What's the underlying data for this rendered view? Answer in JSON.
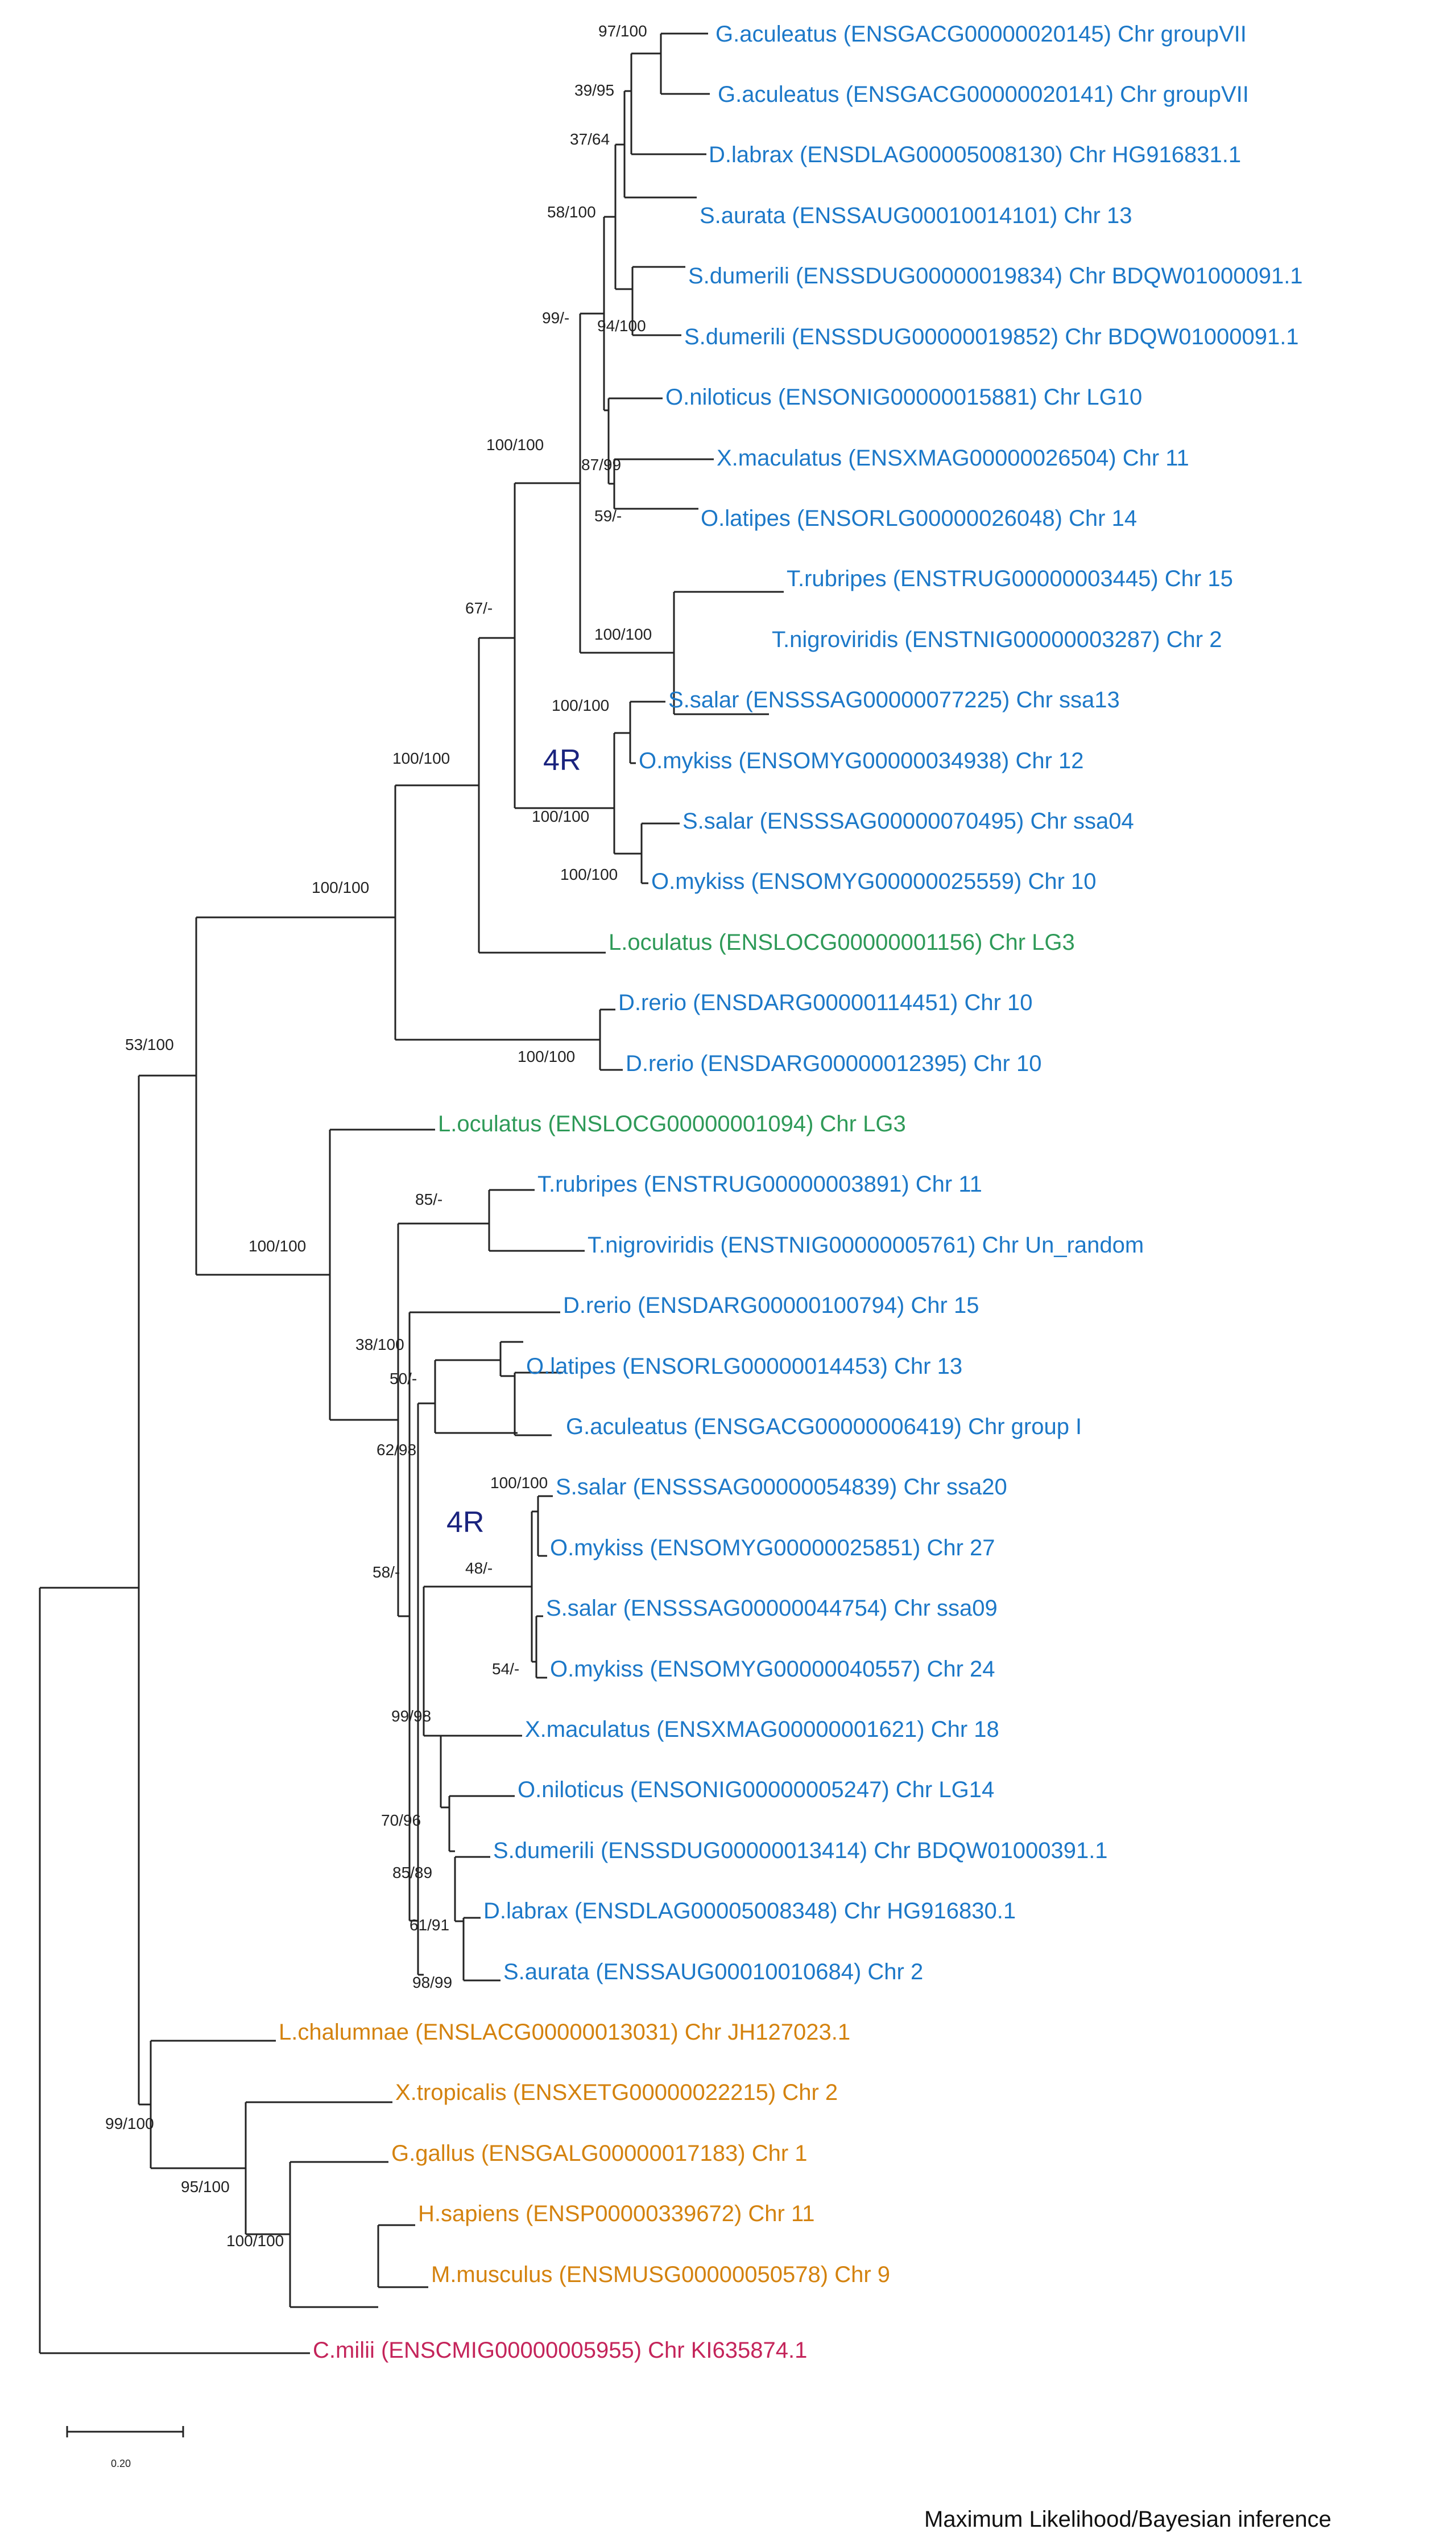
{
  "colors": {
    "teleost": "#1c78c8",
    "holostean": "#2e9a58",
    "tetrapod": "#d4820e",
    "outgroup": "#c4245a",
    "branch": "#222222"
  },
  "taxa": [
    {
      "label": "G.aculeatus (ENSGACG00000020145) Chr groupVII",
      "group": "teleost"
    },
    {
      "label": "G.aculeatus (ENSGACG00000020141) Chr groupVII",
      "group": "teleost"
    },
    {
      "label": "D.labrax (ENSDLAG00005008130) Chr HG916831.1",
      "group": "teleost"
    },
    {
      "label": "S.aurata (ENSSAUG00010014101) Chr 13",
      "group": "teleost"
    },
    {
      "label": "S.dumerili (ENSSDUG00000019834) Chr BDQW01000091.1",
      "group": "teleost"
    },
    {
      "label": "S.dumerili (ENSSDUG00000019852) Chr BDQW01000091.1",
      "group": "teleost"
    },
    {
      "label": "O.niloticus (ENSONIG00000015881) Chr LG10",
      "group": "teleost"
    },
    {
      "label": "X.maculatus (ENSXMAG00000026504) Chr 11",
      "group": "teleost"
    },
    {
      "label": "O.latipes (ENSORLG00000026048) Chr 14",
      "group": "teleost"
    },
    {
      "label": "T.rubripes (ENSTRUG00000003445) Chr 15",
      "group": "teleost"
    },
    {
      "label": "T.nigroviridis (ENSTNIG00000003287) Chr 2",
      "group": "teleost"
    },
    {
      "label": "S.salar (ENSSSAG00000077225) Chr ssa13",
      "group": "teleost"
    },
    {
      "label": "O.mykiss (ENSOMYG00000034938) Chr 12",
      "group": "teleost"
    },
    {
      "label": "S.salar (ENSSSAG00000070495) Chr ssa04",
      "group": "teleost"
    },
    {
      "label": "O.mykiss (ENSOMYG00000025559) Chr 10",
      "group": "teleost"
    },
    {
      "label": "L.oculatus (ENSLOCG00000001156) Chr LG3",
      "group": "holostean"
    },
    {
      "label": "D.rerio (ENSDARG00000114451) Chr 10",
      "group": "teleost"
    },
    {
      "label": "D.rerio (ENSDARG00000012395) Chr 10",
      "group": "teleost"
    },
    {
      "label": "L.oculatus (ENSLOCG00000001094) Chr LG3",
      "group": "holostean"
    },
    {
      "label": "T.rubripes (ENSTRUG00000003891) Chr 11",
      "group": "teleost"
    },
    {
      "label": "T.nigroviridis (ENSTNIG00000005761) Chr Un_random",
      "group": "teleost"
    },
    {
      "label": "D.rerio (ENSDARG00000100794) Chr 15",
      "group": "teleost"
    },
    {
      "label": "O.latipes (ENSORLG00000014453) Chr 13",
      "group": "teleost"
    },
    {
      "label": "G.aculeatus (ENSGACG00000006419) Chr group I",
      "group": "teleost"
    },
    {
      "label": "S.salar (ENSSSAG00000054839) Chr ssa20",
      "group": "teleost"
    },
    {
      "label": "O.mykiss (ENSOMYG00000025851) Chr 27",
      "group": "teleost"
    },
    {
      "label": "S.salar (ENSSSAG00000044754) Chr ssa09",
      "group": "teleost"
    },
    {
      "label": "O.mykiss (ENSOMYG00000040557) Chr 24",
      "group": "teleost"
    },
    {
      "label": "X.maculatus (ENSXMAG00000001621) Chr 18",
      "group": "teleost"
    },
    {
      "label": "O.niloticus (ENSONIG00000005247) Chr LG14",
      "group": "teleost"
    },
    {
      "label": "S.dumerili (ENSSDUG00000013414) Chr BDQW01000391.1",
      "group": "teleost"
    },
    {
      "label": "D.labrax (ENSDLAG00005008348) Chr HG916830.1",
      "group": "teleost"
    },
    {
      "label": "S.aurata (ENSSAUG00010010684) Chr 2",
      "group": "teleost"
    },
    {
      "label": "L.chalumnae (ENSLACG00000013031) Chr JH127023.1",
      "group": "tetrapod"
    },
    {
      "label": "X.tropicalis (ENSXETG00000022215) Chr 2",
      "group": "tetrapod"
    },
    {
      "label": "G.gallus (ENSGALG00000017183)  Chr 1",
      "group": "tetrapod"
    },
    {
      "label": "H.sapiens (ENSP00000339672) Chr 11",
      "group": "tetrapod"
    },
    {
      "label": "M.musculus (ENSMUSG00000050578) Chr 9",
      "group": "tetrapod"
    },
    {
      "label": "C.milii (ENSCMIG00000005955) Chr  KI635874.1",
      "group": "outgroup"
    }
  ],
  "support_values": [
    "97/100",
    "39/95",
    "37/64",
    "58/100",
    "99/-",
    "94/100",
    "100/100",
    "87/99",
    "59/-",
    "67/-",
    "100/100",
    "100/100",
    "100/100",
    "100/100",
    "100/100",
    "100/100",
    "53/100",
    "100/100",
    "100/100",
    "85/-",
    "38/100",
    "50/-",
    "62/98",
    "100/100",
    "48/-",
    "54/-",
    "58/-",
    "99/98",
    "70/96",
    "85/89",
    "61/91",
    "98/99",
    "99/100",
    "95/100",
    "100/100"
  ],
  "duplication_markers": [
    "4R",
    "4R"
  ],
  "scale_bar_label": "0.20",
  "method_caption": "Maximum Likelihood/Bayesian inference"
}
